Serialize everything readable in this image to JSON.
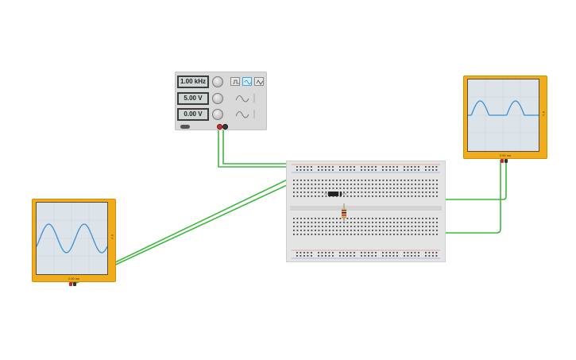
{
  "function_generator": {
    "frequency": "1.00 kHz",
    "amplitude": "5.00 V",
    "dc_offset": "0.00 V",
    "waveforms": [
      "square",
      "sine",
      "triangle"
    ],
    "selected_waveform": "sine"
  },
  "oscilloscope_left": {
    "signal": "sine",
    "readout": "2.00 ms",
    "side_label": "5 V"
  },
  "oscilloscope_right": {
    "signal": "half-wave rectified sine",
    "readout": "2.00 ms",
    "side_label": "5 V"
  },
  "components": [
    "diode",
    "resistor"
  ],
  "colors": {
    "wire": "#3db83d",
    "scope_frame": "#f0ac1c",
    "trace": "#3a8fd6",
    "breadboard": "#e4e4e4"
  }
}
